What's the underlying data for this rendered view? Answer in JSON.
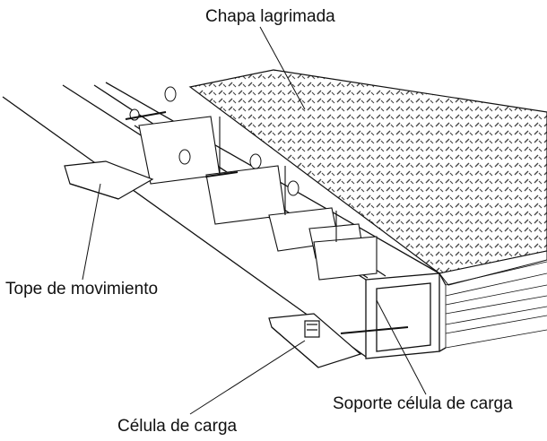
{
  "labels": {
    "chapa_lagrimada": "Chapa lagrimada",
    "tope_movimiento": "Tope de movimiento",
    "soporte_celula": "Soporte célula de carga",
    "celula_carga": "Célula de carga"
  },
  "colors": {
    "line": "#111111",
    "plate_fill": "#f2f2f2",
    "tread": "#444444",
    "background": "#ffffff"
  }
}
